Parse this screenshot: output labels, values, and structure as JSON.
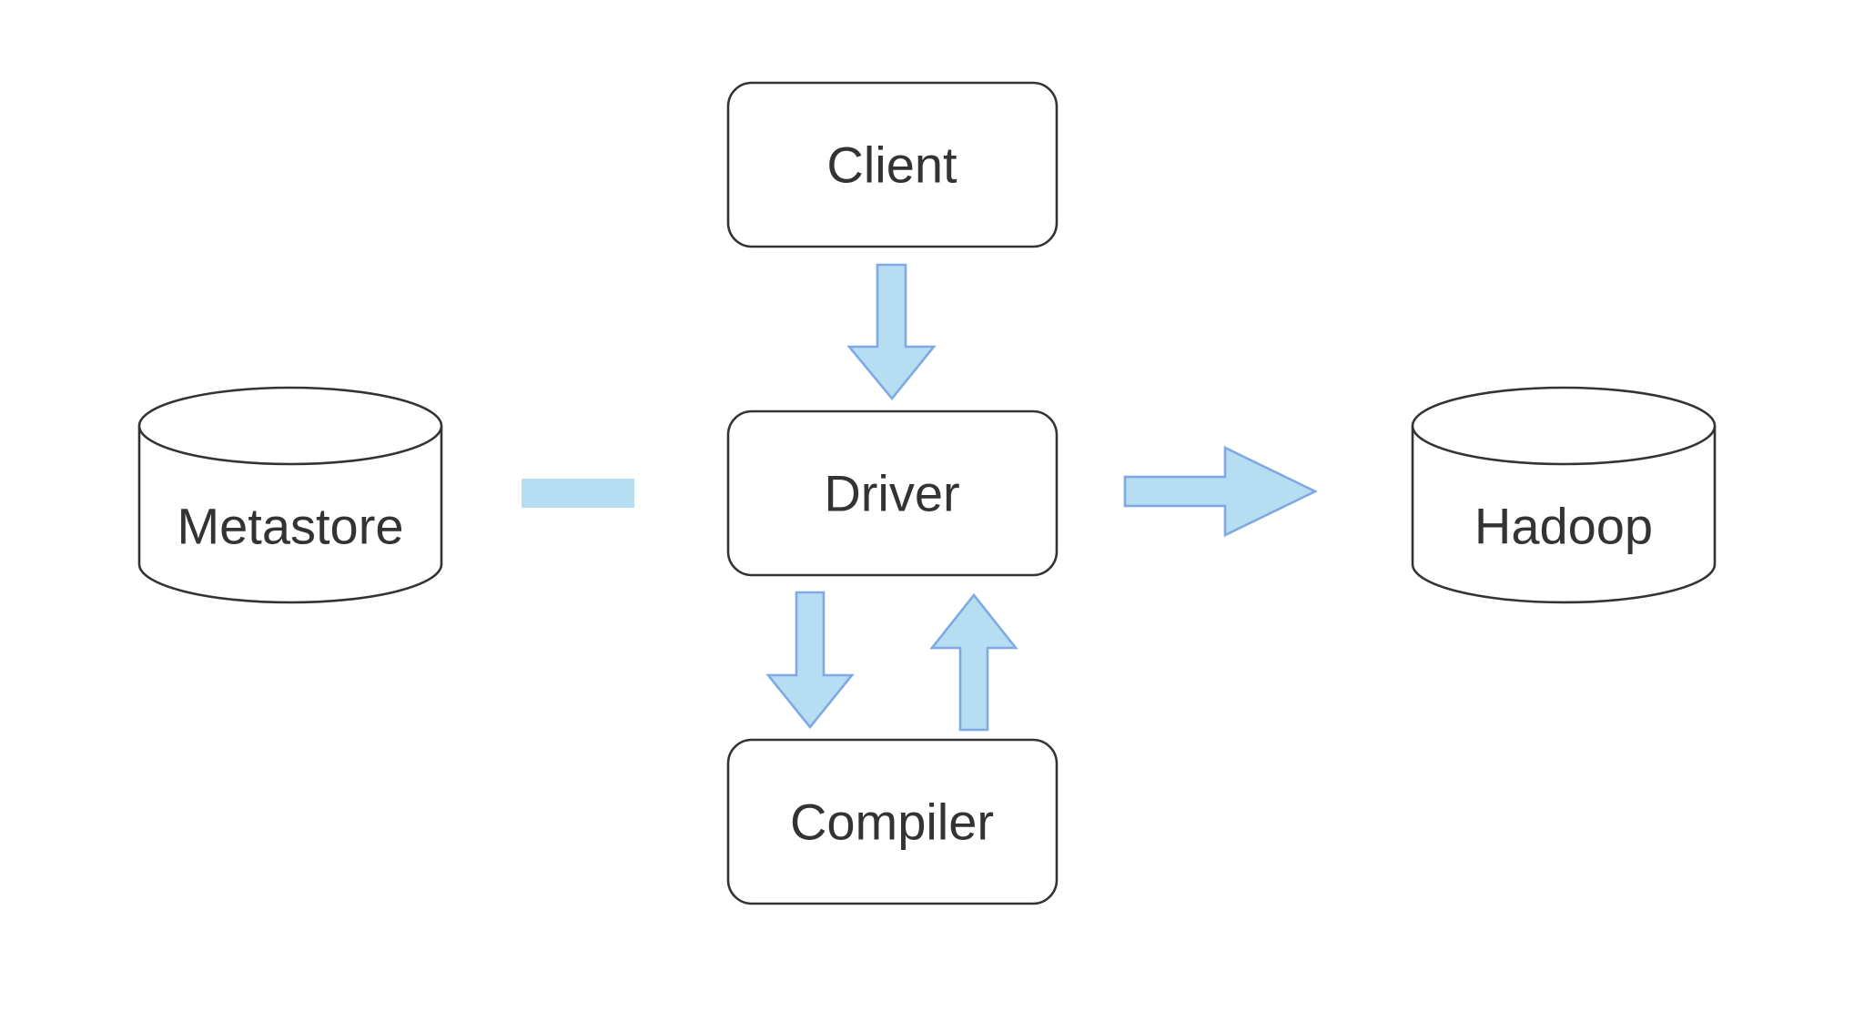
{
  "diagram": {
    "nodes": {
      "client": {
        "label": "Client",
        "shape": "rounded-rectangle"
      },
      "driver": {
        "label": "Driver",
        "shape": "rounded-rectangle"
      },
      "compiler": {
        "label": "Compiler",
        "shape": "rounded-rectangle"
      },
      "metastore": {
        "label": "Metastore",
        "shape": "cylinder"
      },
      "hadoop": {
        "label": "Hadoop",
        "shape": "cylinder"
      }
    },
    "connections": [
      {
        "from": "Client",
        "to": "Driver",
        "style": "block-arrow"
      },
      {
        "from": "Driver",
        "to": "Compiler",
        "style": "block-arrow"
      },
      {
        "from": "Compiler",
        "to": "Driver",
        "style": "block-arrow"
      },
      {
        "from": "Driver",
        "to": "Hadoop",
        "style": "block-arrow"
      },
      {
        "from": "Metastore",
        "to": "Driver",
        "style": "plain-bar"
      }
    ],
    "colors": {
      "arrow_fill": "#b6ddf1",
      "arrow_stroke": "#7fa9e4",
      "node_stroke": "#333333",
      "text": "#333333",
      "background": "#ffffff"
    }
  }
}
